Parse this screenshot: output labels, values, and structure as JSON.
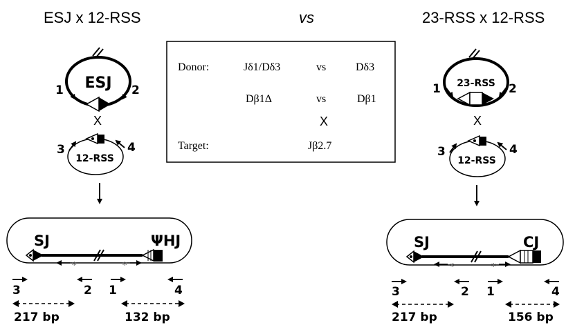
{
  "headers": {
    "left": "ESJ x 12-RSS",
    "center": "vs",
    "right": "23-RSS x 12-RSS"
  },
  "box": {
    "donor_label": "Donor:",
    "target_label": "Target:",
    "row1": [
      "Jδ1/Dδ3",
      "vs",
      "Dδ3"
    ],
    "row2": [
      "Dβ1Δ",
      "vs",
      "Dβ1"
    ],
    "x": "X",
    "target_value": "Jβ2.7"
  },
  "left": {
    "donor_name": "ESJ",
    "target_name": "12-RSS",
    "cross": "X",
    "primers": [
      "1",
      "2",
      "3",
      "4"
    ],
    "sj": "SJ",
    "hj": "ΨHJ",
    "bottom_primers": [
      "3",
      "2",
      "1",
      "4"
    ],
    "sizes": [
      "217 bp",
      "132 bp"
    ]
  },
  "right": {
    "donor_name": "23-RSS",
    "target_name": "12-RSS",
    "cross": "X",
    "primers": [
      "1",
      "2",
      "3",
      "4"
    ],
    "sj": "SJ",
    "cj": "CJ",
    "bottom_primers": [
      "3",
      "2",
      "1",
      "4"
    ],
    "sizes": [
      "217 bp",
      "156 bp"
    ]
  }
}
